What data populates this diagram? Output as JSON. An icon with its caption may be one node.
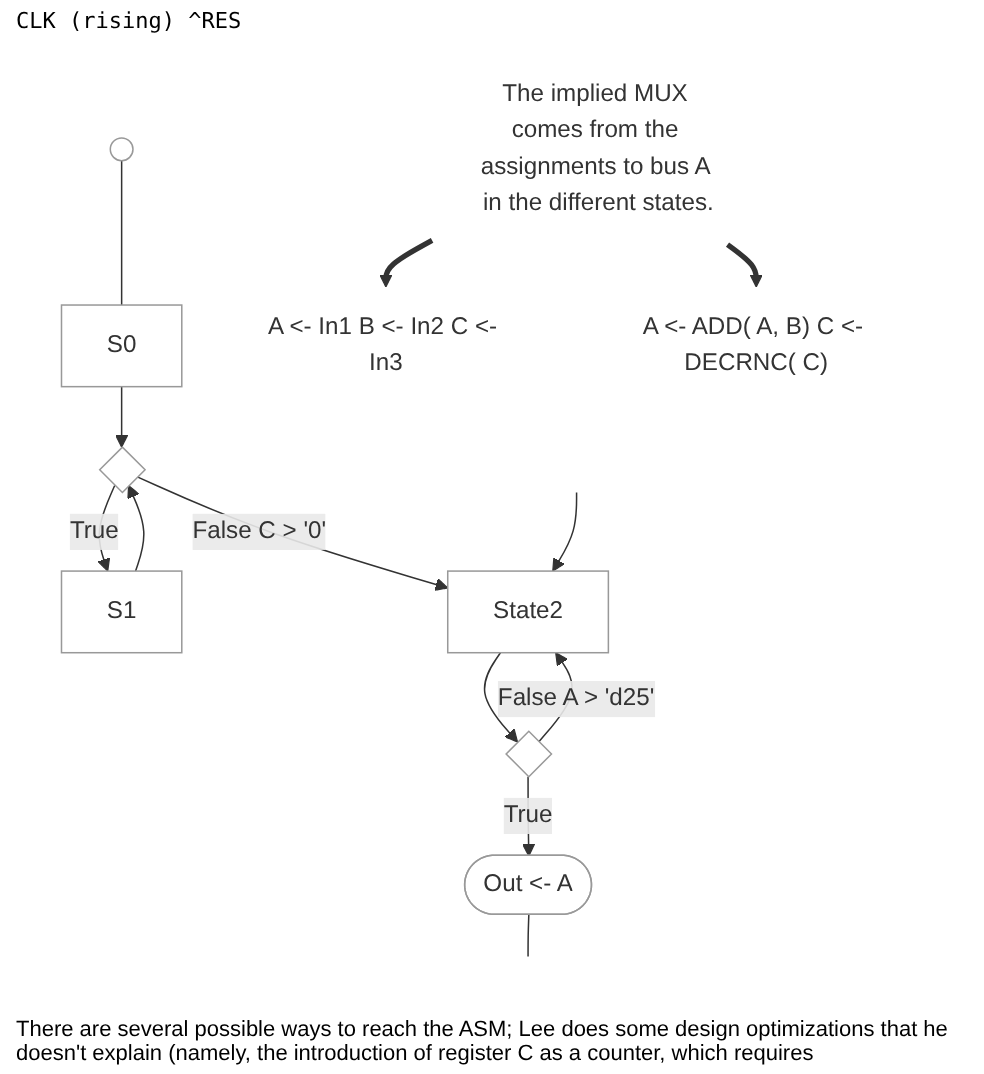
{
  "diagram": {
    "nodes": [
      {
        "text": [],
        "shape": "circle"
      },
      {
        "text": [
          "S0"
        ]
      },
      {
        "text": [
          "A <- In1 B <- In2 C <- In3"
        ]
      },
      {
        "text": [],
        "shape": "diamond"
      },
      {
        "text": [
          "S1"
        ]
      },
      {
        "text": [
          "State2"
        ]
      },
      {
        "text": [
          "A <- ADD( A, B) C <- DECRNC( C)"
        ]
      },
      {
        "text": [],
        "shape": "diamond"
      },
      {
        "text": [
          "Out <- A"
        ]
      },
      {
        "text": [
          "The implied MUX comes from the assignments to bus A in the different states."
        ]
      }
    ],
    "edges": [
      {
        "from": 0,
        "to": 1,
        "arrow": "none"
      },
      {
        "from": 1,
        "to": 3,
        "arrow": "to"
      },
      {
        "from": 4,
        "to": 3,
        "arrow": "to"
      },
      {
        "from": 3,
        "to": 4,
        "arrow": "to",
        "label": "True"
      },
      {
        "from": 3,
        "to": 5,
        "arrow": "to",
        "label": "False C > '0'"
      },
      {
        "from": 7,
        "to": 5,
        "arrow": "to",
        "label": "False A > 'd25'"
      },
      {
        "from": null,
        "to": 5,
        "arrow": "to"
      },
      {
        "from": 5,
        "to": 7,
        "arrow": "to"
      },
      {
        "from": 7,
        "to": 8,
        "arrow": "to",
        "label": "True"
      },
      {
        "from": 8,
        "to": null,
        "arrow": "none"
      },
      {
        "from": 9,
        "to": 2,
        "arrow": "to",
        "style": "thick"
      },
      {
        "from": 9,
        "to": 6,
        "arrow": "to",
        "style": "thick"
      }
    ],
    "labels": [
      "CLK (rising) ^RES",
      "There are several possible ways to reach the ASM; Lee does some design optimizations that he doesn't explain (namely, the introduction of register C as a counter, which requires"
    ]
  }
}
